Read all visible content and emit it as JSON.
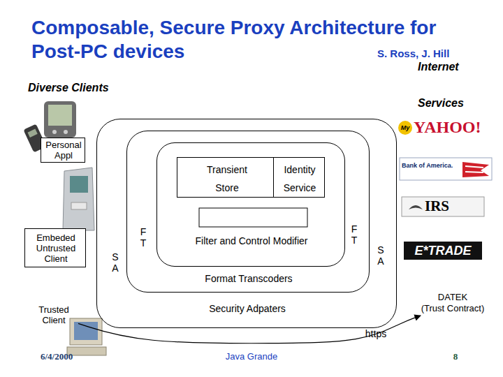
{
  "diagram": {
    "title": "Composable, Secure Proxy Architecture for Post-PC devices",
    "nodes": [
      {
        "text": [
          "Security Adpaters"
        ]
      },
      {
        "text": [
          "Format Transcoders"
        ],
        "in": 0
      },
      {
        "text": [
          "Filter and Control Modifier"
        ],
        "in": 1
      },
      {
        "text": [
          "Transient Store"
        ],
        "in": 2
      },
      {
        "text": [
          "Identity Service"
        ],
        "in": 2
      },
      {
        "text": [
          "Personal Appl"
        ]
      },
      {
        "text": [
          "Embeded Untrusted Client"
        ]
      },
      {
        "text": [
          "Trusted Client"
        ]
      },
      {
        "text": [
          "DATEK",
          "(Trust Contract)"
        ]
      }
    ],
    "edges": [
      {
        "from": 7,
        "to": 8,
        "arrow": "to",
        "label": "https"
      }
    ],
    "labels": [
      "S. Ross, J. Hill",
      "Diverse Clients",
      "Internet",
      "Services",
      "My",
      "YAHOO!",
      "Bank of America.",
      "IRS",
      "E*TRADE",
      "S A",
      "S A",
      "F T",
      "F T",
      "6/4/2000",
      "Java Grande",
      "8"
    ]
  }
}
